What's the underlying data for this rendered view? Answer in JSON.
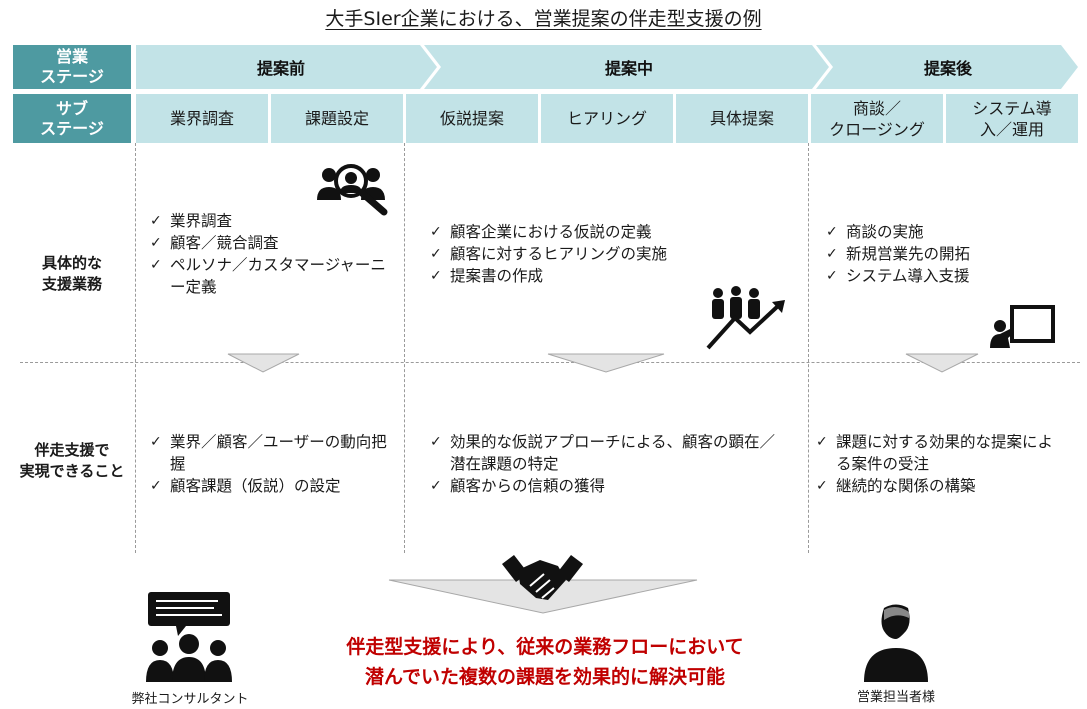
{
  "title": "大手SIer企業における、営業提案の伴走型支援の例",
  "row_headers": {
    "stage_line1": "営業",
    "stage_line2": "ステージ",
    "substage_line1": "サブ",
    "substage_line2": "ステージ"
  },
  "stages": [
    "提案前",
    "提案中",
    "提案後"
  ],
  "substages": [
    {
      "line1": "業界調査",
      "line2": ""
    },
    {
      "line1": "課題設定",
      "line2": ""
    },
    {
      "line1": "仮説提案",
      "line2": ""
    },
    {
      "line1": "ヒアリング",
      "line2": ""
    },
    {
      "line1": "具体提案",
      "line2": ""
    },
    {
      "line1": "商談／",
      "line2": "クロージング"
    },
    {
      "line1": "システム導",
      "line2": "入／運用"
    }
  ],
  "row_labels": {
    "support_line1": "具体的な",
    "support_line2": "支援業務",
    "achieve_line1": "伴走支援で",
    "achieve_line2": "実現できること"
  },
  "support_tasks": [
    [
      "業界調査",
      "顧客／競合調査",
      "ペルソナ／カスタマージャーニー定義"
    ],
    [
      "顧客企業における仮説の定義",
      "顧客に対するヒアリングの実施",
      "提案書の作成"
    ],
    [
      "商談の実施",
      "新規営業先の開拓",
      "システム導入支援"
    ]
  ],
  "achievements": [
    [
      "業界／顧客／ユーザーの動向把握",
      "顧客課題（仮説）の設定"
    ],
    [
      "効果的な仮説アプローチによる、顧客の顕在／潜在課題の特定",
      "顧客からの信頼の獲得"
    ],
    [
      "課題に対する効果的な提案による案件の受注",
      "継続的な関係の構築"
    ]
  ],
  "message_line1": "伴走型支援により、従来の業務フローにおいて",
  "message_line2": "潜んでいた複数の課題を効果的に解決可能",
  "left_caption": "弊社コンサルタント",
  "right_caption": "営業担当者様",
  "colors": {
    "teal_dark": "#4e9aa1",
    "teal_light": "#c2e3e7",
    "message_red": "#c00000"
  }
}
